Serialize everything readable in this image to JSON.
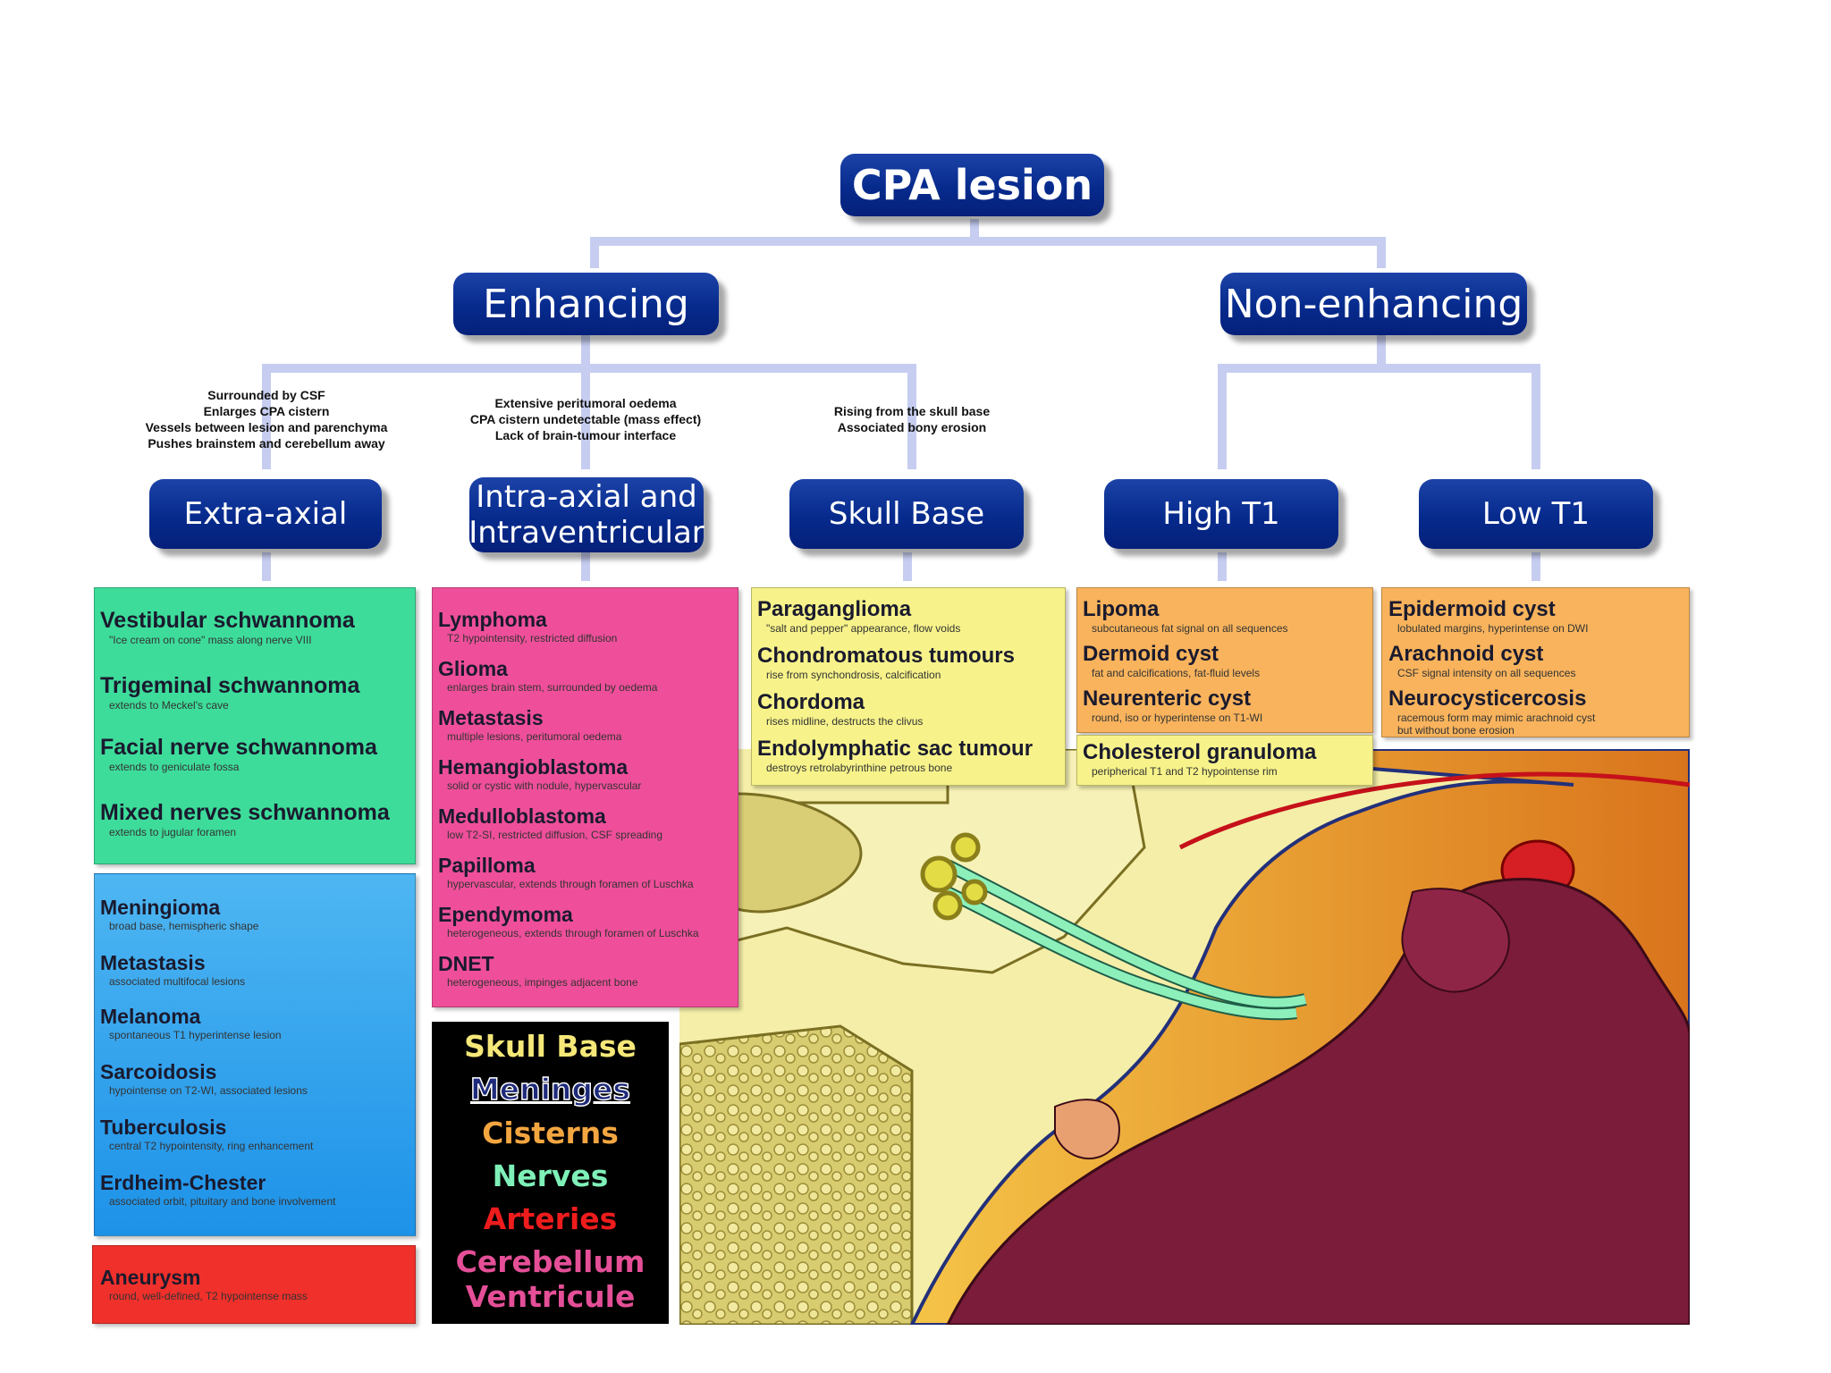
{
  "root": "CPA lesion",
  "level1": {
    "enhancing": "Enhancing",
    "non_enhancing": "Non-enhancing"
  },
  "categories": {
    "extra_axial": {
      "label": "Extra-axial",
      "criteria": [
        "Surrounded by CSF",
        "Enlarges CPA cistern",
        "Vessels between lesion and parenchyma",
        "Pushes brainstem and cerebellum away"
      ]
    },
    "intra_axial": {
      "label_line1": "Intra-axial and",
      "label_line2": "Intraventricular",
      "criteria": [
        "Extensive peritumoral oedema",
        "CPA cistern undetectable (mass effect)",
        "Lack of brain-tumour interface"
      ]
    },
    "skull_base": {
      "label": "Skull Base",
      "criteria": [
        "Rising from the skull base",
        "Associated bony erosion"
      ]
    },
    "high_t1": {
      "label": "High T1"
    },
    "low_t1": {
      "label": "Low T1"
    }
  },
  "lists": {
    "extra_axial_green": [
      {
        "title": "Vestibular schwannoma",
        "desc": "\"Ice cream on cone\" mass along nerve VIII"
      },
      {
        "title": "Trigeminal schwannoma",
        "desc": "extends to Meckel's cave"
      },
      {
        "title": "Facial nerve schwannoma",
        "desc": "extends to geniculate fossa"
      },
      {
        "title": "Mixed nerves schwannoma",
        "desc": "extends to jugular foramen"
      }
    ],
    "extra_axial_blue": [
      {
        "title": "Meningioma",
        "desc": "broad base, hemispheric shape"
      },
      {
        "title": "Metastasis",
        "desc": "associated multifocal lesions"
      },
      {
        "title": "Melanoma",
        "desc": "spontaneous T1 hyperintense lesion"
      },
      {
        "title": "Sarcoidosis",
        "desc": "hypointense on T2-WI, associated lesions"
      },
      {
        "title": "Tuberculosis",
        "desc": "central T2 hypointensity, ring enhancement"
      },
      {
        "title": "Erdheim-Chester",
        "desc": "associated orbit, pituitary and bone involvement"
      }
    ],
    "extra_axial_red": [
      {
        "title": "Aneurysm",
        "desc": "round, well-defined, T2 hypointense mass"
      }
    ],
    "intra_axial_pink": [
      {
        "title": "Lymphoma",
        "desc": "T2 hypointensity, restricted diffusion"
      },
      {
        "title": "Glioma",
        "desc": "enlarges brain stem, surrounded by oedema"
      },
      {
        "title": "Metastasis",
        "desc": "multiple lesions, peritumoral oedema"
      },
      {
        "title": "Hemangioblastoma",
        "desc": "solid or cystic with nodule, hypervascular"
      },
      {
        "title": "Medulloblastoma",
        "desc": "low T2-SI, restricted diffusion, CSF spreading"
      },
      {
        "title": "Papilloma",
        "desc": "hypervascular, extends through foramen of Luschka"
      },
      {
        "title": "Ependymoma",
        "desc": "heterogeneous, extends through foramen of Luschka"
      },
      {
        "title": "DNET",
        "desc": "heterogeneous, impinges adjacent bone"
      }
    ],
    "skull_base_yellow": [
      {
        "title": "Paraganglioma",
        "desc": "\"salt and pepper\" appearance, flow voids"
      },
      {
        "title": "Chondromatous tumours",
        "desc": "rise from synchondrosis, calcification"
      },
      {
        "title": "Chordoma",
        "desc": "rises midline, destructs the clivus"
      },
      {
        "title": "Endolymphatic sac tumour",
        "desc": "destroys retrolabyrinthine petrous bone"
      }
    ],
    "high_t1_orange": [
      {
        "title": "Lipoma",
        "desc": "subcutaneous fat signal on all sequences"
      },
      {
        "title": "Dermoid cyst",
        "desc": "fat and calcifications, fat-fluid levels"
      },
      {
        "title": "Neurenteric cyst",
        "desc": "round, iso or hyperintense on T1-WI"
      }
    ],
    "high_t1_yellow": [
      {
        "title": "Cholesterol granuloma",
        "desc": "peripherical T1 and T2 hypointense rim"
      }
    ],
    "low_t1_orange": [
      {
        "title": "Epidermoid cyst",
        "desc": "lobulated margins, hyperintense on DWI"
      },
      {
        "title": "Arachnoid cyst",
        "desc": "CSF signal intensity on all sequences"
      },
      {
        "title": "Neurocysticercosis",
        "desc": "racemous form may mimic arachnoid cyst"
      },
      {
        "title": "",
        "desc": "but without bone erosion"
      }
    ]
  },
  "legend": [
    "Skull Base",
    "Meninges",
    "Cisterns",
    "Nerves",
    "Arteries",
    "Cerebellum",
    "Ventricule"
  ],
  "colors": {
    "node_blue": "#062a8c",
    "connector": "#c6cdf0",
    "green_box": "#3ddc9a",
    "blue_box": "#2aa2ee",
    "red_box": "#f0302a",
    "pink_box": "#ef4f9a",
    "yellow_box": "#f7f38a",
    "orange_box": "#f8b35c",
    "legend_skull": "#f5e878",
    "legend_meninges": "#ffffff",
    "legend_cisterns": "#f3a640",
    "legend_nerves": "#7ef0b8",
    "legend_arteries": "#ee1c1c",
    "legend_cerebellum": "#e44f97",
    "legend_ventricule": "#e44f97"
  }
}
